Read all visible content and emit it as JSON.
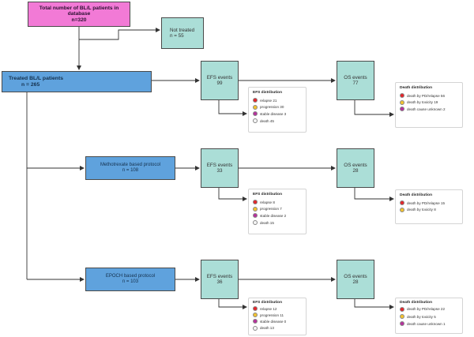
{
  "colors": {
    "relapse": "#e3262b",
    "progression": "#f2c230",
    "stable": "#b5329c",
    "death": "#f5f5f5",
    "toxicity": "#f2c230",
    "unknown": "#b5329c"
  },
  "total": {
    "line1": "Total number of BL/L patients in",
    "line2": "database",
    "line3": "n=320"
  },
  "not_treated": {
    "label": "Not treated",
    "value": "n = 55"
  },
  "treated": {
    "label": "Treated BL/L patients",
    "value": "n = 265"
  },
  "methotrexate": {
    "label": "Methotrexate based protocol",
    "value": "n = 108"
  },
  "epoch": {
    "label": "EPOCH based protocol",
    "value": "n = 103"
  },
  "rows": [
    {
      "efs": {
        "label": "EFS events",
        "value": "99"
      },
      "os": {
        "label": "OS events",
        "value": "77"
      },
      "efs_dist": {
        "title": "EFS distribution",
        "items": [
          "relapse 21",
          "progression 30",
          "stable disease 3",
          "death 45"
        ]
      },
      "death_dist": {
        "title": "Death distribution",
        "items": [
          "death by PD/relapse 56",
          "death by toxicity 19",
          "death cause unknown 2"
        ]
      }
    },
    {
      "efs": {
        "label": "EFS events",
        "value": "33"
      },
      "os": {
        "label": "OS events",
        "value": "28"
      },
      "efs_dist": {
        "title": "EFS distribution",
        "items": [
          "relapse 8",
          "progression 7",
          "stable disease 2",
          "death 15"
        ]
      },
      "death_dist": {
        "title": "Death distribution",
        "items": [
          "death by PD/relapse 15",
          "death by toxicity 8"
        ]
      }
    },
    {
      "efs": {
        "label": "EFS events",
        "value": "36"
      },
      "os": {
        "label": "OS events",
        "value": "28"
      },
      "efs_dist": {
        "title": "EFS distribution",
        "items": [
          "relapse 12",
          "progression 11",
          "stable disease 0",
          "death 13"
        ]
      },
      "death_dist": {
        "title": "Death distribution",
        "items": [
          "death by PD/relapse 22",
          "death by toxicity 5",
          "death cause unknown 1"
        ]
      }
    }
  ]
}
